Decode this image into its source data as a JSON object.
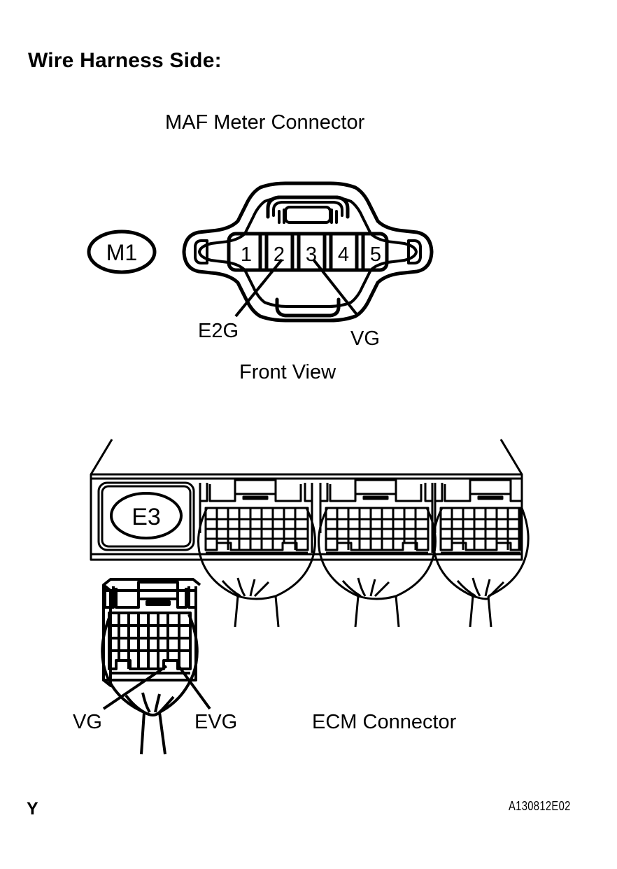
{
  "document": {
    "title": "Wire Harness Side:",
    "background_color": "#ffffff",
    "line_color": "#000000"
  },
  "maf_section": {
    "heading": "MAF Meter Connector",
    "badge": "M1",
    "badge_name": "m1-connector-code",
    "terminals": [
      "1",
      "2",
      "3",
      "4",
      "5"
    ],
    "callouts": [
      {
        "label": "E2G",
        "terminal": "2"
      },
      {
        "label": "VG",
        "terminal": "3"
      }
    ],
    "view_label": "Front View"
  },
  "ecm_section": {
    "heading": "ECM Connector",
    "badge": "E3",
    "badge_name": "e3-connector-code",
    "connector_count": 3,
    "callouts": [
      {
        "label": "VG"
      },
      {
        "label": "EVG"
      }
    ]
  },
  "footer": {
    "left_mark": "Y",
    "figure_code": "A130812E02"
  }
}
